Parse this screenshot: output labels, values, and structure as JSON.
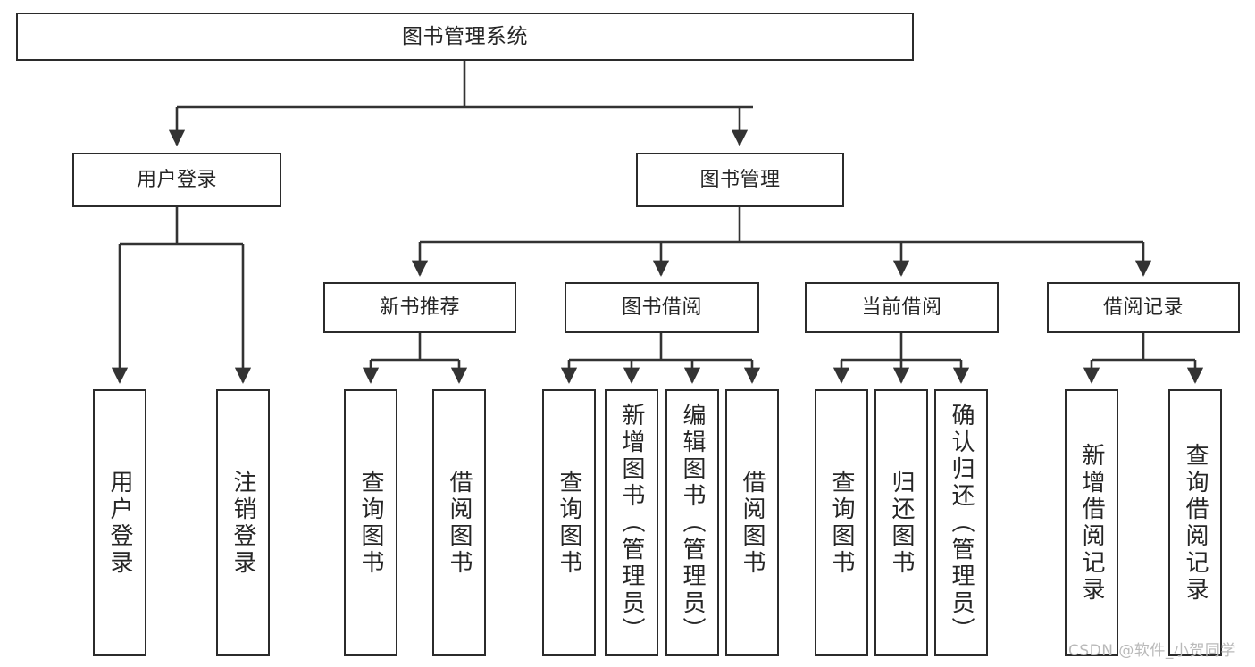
{
  "diagram": {
    "title": "图书管理系统",
    "type": "tree-hierarchy-flowchart",
    "colors": {
      "box_border": "#2b2b2b",
      "box_fill": "#ffffff",
      "edge": "#333333",
      "text": "#262626",
      "watermark": "#b9b9b9",
      "background": "#ffffff"
    },
    "watermark": "CSDN @软件_小贺同学"
  },
  "nodes": {
    "root": {
      "label": "图书管理系统"
    },
    "level2": [
      {
        "id": "user-login",
        "label": "用户登录"
      },
      {
        "id": "book-manage",
        "label": "图书管理"
      }
    ],
    "level3": [
      {
        "id": "new-book-rec",
        "label": "新书推荐"
      },
      {
        "id": "book-borrow",
        "label": "图书借阅"
      },
      {
        "id": "current-borrow",
        "label": "当前借阅"
      },
      {
        "id": "borrow-record",
        "label": "借阅记录"
      }
    ],
    "leaves": {
      "user_login": [
        {
          "id": "leaf-user-login",
          "label": "用户登录"
        },
        {
          "id": "leaf-logout",
          "label": "注销登录"
        }
      ],
      "new_book_rec": [
        {
          "id": "leaf-query-book-1",
          "label": "查询图书"
        },
        {
          "id": "leaf-borrow-book-1",
          "label": "借阅图书"
        }
      ],
      "book_borrow": [
        {
          "id": "leaf-query-book-2",
          "label": "查询图书"
        },
        {
          "id": "leaf-add-book",
          "label": "新增图书（管理员）"
        },
        {
          "id": "leaf-edit-book",
          "label": "编辑图书（管理员）"
        },
        {
          "id": "leaf-borrow-book-2",
          "label": "借阅图书"
        }
      ],
      "current_borrow": [
        {
          "id": "leaf-query-book-3",
          "label": "查询图书"
        },
        {
          "id": "leaf-return-book",
          "label": "归还图书"
        },
        {
          "id": "leaf-confirm-return",
          "label": "确认归还（管理员）"
        }
      ],
      "borrow_record": [
        {
          "id": "leaf-add-record",
          "label": "新增借阅记录"
        },
        {
          "id": "leaf-query-record",
          "label": "查询借阅记录"
        }
      ]
    }
  }
}
